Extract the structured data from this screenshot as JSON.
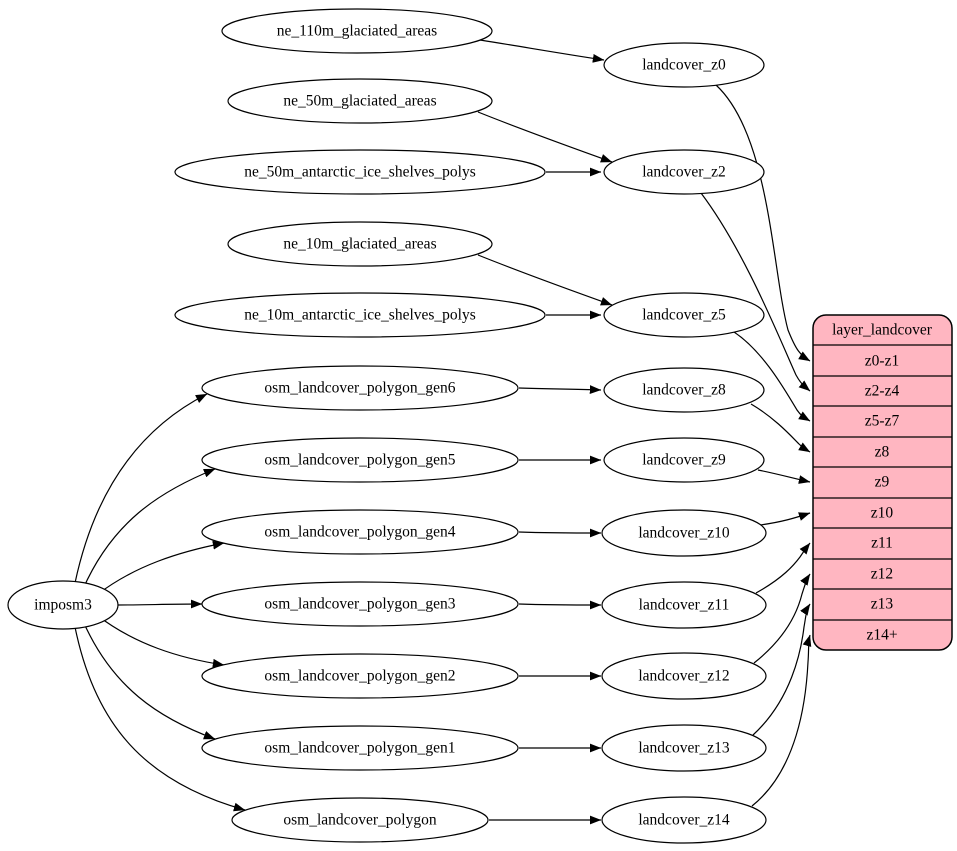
{
  "colors": {
    "background": "#ffffff",
    "node_fill": "#ffffff",
    "node_stroke": "#000000",
    "edge": "#000000",
    "record_fill": "#ffb6c1"
  },
  "nodes": {
    "imposm3": "imposm3",
    "ne_110m_glaciated_areas": "ne_110m_glaciated_areas",
    "ne_50m_glaciated_areas": "ne_50m_glaciated_areas",
    "ne_50m_antarctic_ice_shelves_polys": "ne_50m_antarctic_ice_shelves_polys",
    "ne_10m_glaciated_areas": "ne_10m_glaciated_areas",
    "ne_10m_antarctic_ice_shelves_polys": "ne_10m_antarctic_ice_shelves_polys",
    "osm_landcover_polygon_gen6": "osm_landcover_polygon_gen6",
    "osm_landcover_polygon_gen5": "osm_landcover_polygon_gen5",
    "osm_landcover_polygon_gen4": "osm_landcover_polygon_gen4",
    "osm_landcover_polygon_gen3": "osm_landcover_polygon_gen3",
    "osm_landcover_polygon_gen2": "osm_landcover_polygon_gen2",
    "osm_landcover_polygon_gen1": "osm_landcover_polygon_gen1",
    "osm_landcover_polygon": "osm_landcover_polygon",
    "landcover_z0": "landcover_z0",
    "landcover_z2": "landcover_z2",
    "landcover_z5": "landcover_z5",
    "landcover_z8": "landcover_z8",
    "landcover_z9": "landcover_z9",
    "landcover_z10": "landcover_z10",
    "landcover_z11": "landcover_z11",
    "landcover_z12": "landcover_z12",
    "landcover_z13": "landcover_z13",
    "landcover_z14": "landcover_z14"
  },
  "record": {
    "title": "layer_landcover",
    "rows": [
      "z0-z1",
      "z2-z4",
      "z5-z7",
      "z8",
      "z9",
      "z10",
      "z11",
      "z12",
      "z13",
      "z14+"
    ]
  },
  "edges": [
    {
      "from": "ne_110m_glaciated_areas",
      "to": "landcover_z0"
    },
    {
      "from": "ne_50m_glaciated_areas",
      "to": "landcover_z2"
    },
    {
      "from": "ne_50m_antarctic_ice_shelves_polys",
      "to": "landcover_z2"
    },
    {
      "from": "ne_10m_glaciated_areas",
      "to": "landcover_z5"
    },
    {
      "from": "ne_10m_antarctic_ice_shelves_polys",
      "to": "landcover_z5"
    },
    {
      "from": "imposm3",
      "to": "osm_landcover_polygon_gen6"
    },
    {
      "from": "imposm3",
      "to": "osm_landcover_polygon_gen5"
    },
    {
      "from": "imposm3",
      "to": "osm_landcover_polygon_gen4"
    },
    {
      "from": "imposm3",
      "to": "osm_landcover_polygon_gen3"
    },
    {
      "from": "imposm3",
      "to": "osm_landcover_polygon_gen2"
    },
    {
      "from": "imposm3",
      "to": "osm_landcover_polygon_gen1"
    },
    {
      "from": "imposm3",
      "to": "osm_landcover_polygon"
    },
    {
      "from": "osm_landcover_polygon_gen6",
      "to": "landcover_z8"
    },
    {
      "from": "osm_landcover_polygon_gen5",
      "to": "landcover_z9"
    },
    {
      "from": "osm_landcover_polygon_gen4",
      "to": "landcover_z10"
    },
    {
      "from": "osm_landcover_polygon_gen3",
      "to": "landcover_z11"
    },
    {
      "from": "osm_landcover_polygon_gen2",
      "to": "landcover_z12"
    },
    {
      "from": "osm_landcover_polygon_gen1",
      "to": "landcover_z13"
    },
    {
      "from": "osm_landcover_polygon",
      "to": "landcover_z14"
    },
    {
      "from": "landcover_z0",
      "to": "layer_landcover:z0-z1"
    },
    {
      "from": "landcover_z2",
      "to": "layer_landcover:z2-z4"
    },
    {
      "from": "landcover_z5",
      "to": "layer_landcover:z5-z7"
    },
    {
      "from": "landcover_z8",
      "to": "layer_landcover:z8"
    },
    {
      "from": "landcover_z9",
      "to": "layer_landcover:z9"
    },
    {
      "from": "landcover_z10",
      "to": "layer_landcover:z10"
    },
    {
      "from": "landcover_z11",
      "to": "layer_landcover:z11"
    },
    {
      "from": "landcover_z12",
      "to": "layer_landcover:z12"
    },
    {
      "from": "landcover_z13",
      "to": "layer_landcover:z13"
    },
    {
      "from": "landcover_z14",
      "to": "layer_landcover:z14+"
    }
  ]
}
